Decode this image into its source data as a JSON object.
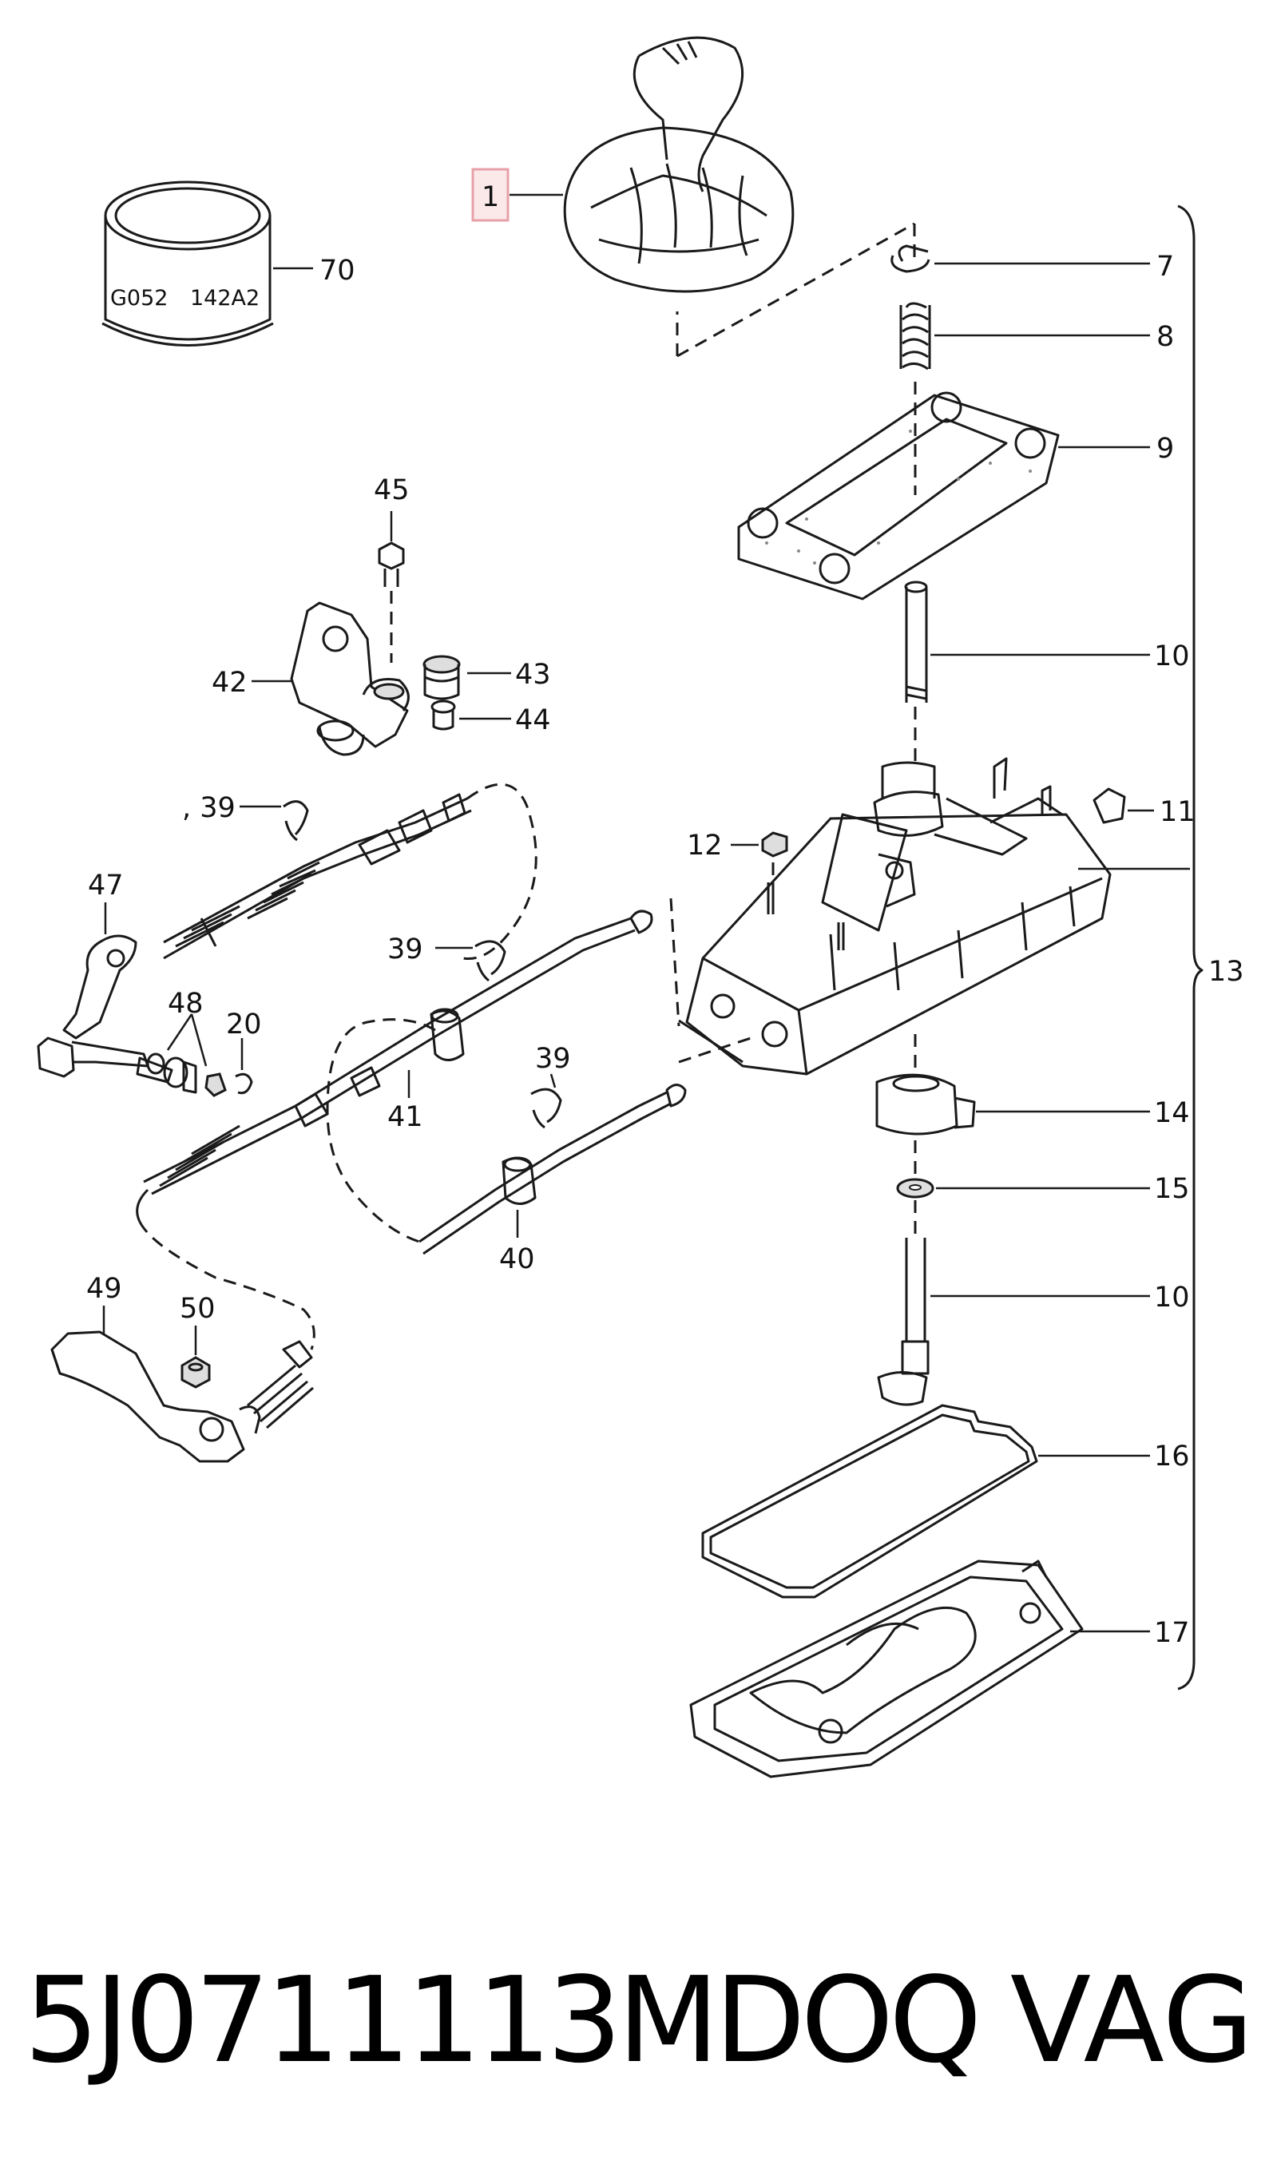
{
  "labels": {
    "l1": "1",
    "l7": "7",
    "l8": "8",
    "l9": "9",
    "l10a": "10",
    "l10b": "10",
    "l10c": "10",
    "l11": "11",
    "l12": "12",
    "l13": "13",
    "l14": "14",
    "l15": "15",
    "l16": "16",
    "l17": "17",
    "l20": "20",
    "l39a": ", 39",
    "l39b": "39",
    "l39c": "39",
    "l40": "40",
    "l41": "41",
    "l42": "42",
    "l43": "43",
    "l44": "44",
    "l45": "45",
    "l47": "47",
    "l48": "48",
    "l49": "49",
    "l50": "50",
    "l70": "70"
  },
  "ring_marking": {
    "left": "G052",
    "right": "142A2"
  },
  "footer": {
    "part_number": "5J0711113MDOQ",
    "brand": "VAG"
  },
  "colors": {
    "highlight_box": "#e8a0a8",
    "line": "#1a1a1a"
  }
}
